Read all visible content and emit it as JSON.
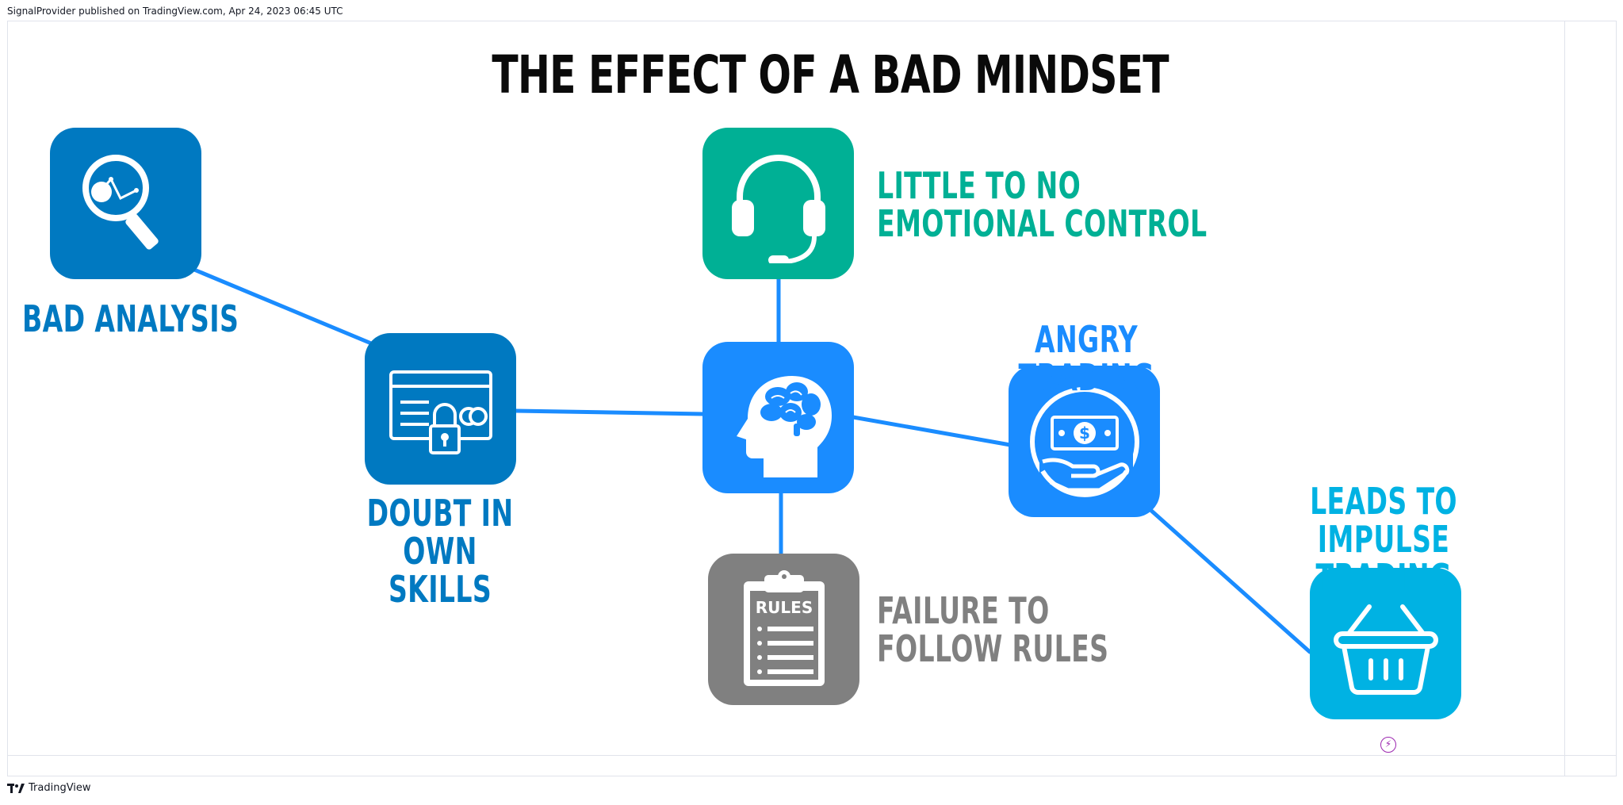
{
  "header": {
    "publish_line": "SignalProvider published on TradingView.com, Apr 24, 2023 06:45 UTC"
  },
  "footer": {
    "brand": "TradingView"
  },
  "diagram": {
    "title": "THE EFFECT OF A BAD MINDSET",
    "center_node": {
      "icon": "brain-head-icon",
      "color": "#1a8cff"
    },
    "nodes": [
      {
        "id": "bad-analysis",
        "label": "BAD ANALYSIS",
        "icon": "magnifier-chart-icon",
        "color": "#0079c1"
      },
      {
        "id": "doubt",
        "label": "DOUBT IN OWN\nSKILLS",
        "icon": "card-lock-icon",
        "color": "#0079c1"
      },
      {
        "id": "emotional",
        "label": "LITTLE TO NO\nEMOTIONAL CONTROL",
        "icon": "headset-icon",
        "color": "#00b095"
      },
      {
        "id": "angry",
        "label": "ANGRY TRADING",
        "icon": "money-hand-icon",
        "color": "#1a8cff"
      },
      {
        "id": "impulse",
        "label": "LEADS TO\nIMPULSE TRADING",
        "icon": "basket-icon",
        "color": "#00b2e3"
      },
      {
        "id": "rules",
        "label": "FAILURE TO\nFOLLOW RULES",
        "icon": "clipboard-rules-icon",
        "color": "#808080",
        "icon_text": "RULES"
      }
    ],
    "connector_color": "#1a8cff"
  },
  "icons": {
    "lightning": "lightning-icon",
    "tradingview_logo": "tradingview-logo-icon"
  }
}
